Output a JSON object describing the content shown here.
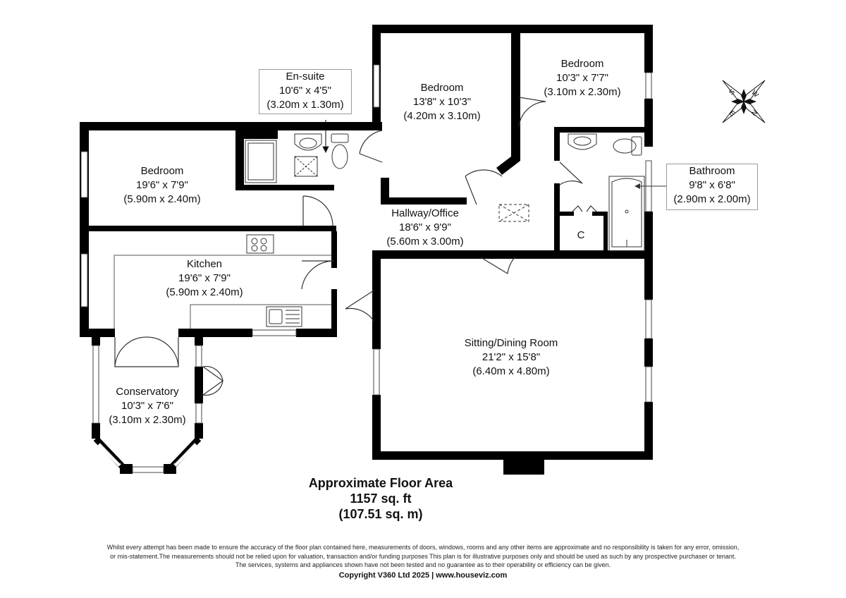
{
  "rooms": {
    "bedroom_left": {
      "name": "Bedroom",
      "imperial": "19'6\" x 7'9\"",
      "metric": "(5.90m x 2.40m)"
    },
    "ensuite": {
      "name": "En-suite",
      "imperial": "10'6\" x 4'5\"",
      "metric": "(3.20m x 1.30m)"
    },
    "bedroom_center": {
      "name": "Bedroom",
      "imperial": "13'8\" x 10'3\"",
      "metric": "(4.20m x 3.10m)"
    },
    "bedroom_right": {
      "name": "Bedroom",
      "imperial": "10'3\" x 7'7\"",
      "metric": "(3.10m x 2.30m)"
    },
    "bathroom": {
      "name": "Bathroom",
      "imperial": "9'8\" x 6'8\"",
      "metric": "(2.90m x 2.00m)"
    },
    "hallway": {
      "name": "Hallway/Office",
      "imperial": "18'6\" x 9'9\"",
      "metric": "(5.60m x 3.00m)"
    },
    "kitchen": {
      "name": "Kitchen",
      "imperial": "19'6\" x 7'9\"",
      "metric": "(5.90m x 2.40m)"
    },
    "sitting": {
      "name": "Sitting/Dining Room",
      "imperial": "21'2\" x 15'8\"",
      "metric": "(6.40m x 4.80m)"
    },
    "conservatory": {
      "name": "Conservatory",
      "imperial": "10'3\" x 7'6\"",
      "metric": "(3.10m x 2.30m)"
    }
  },
  "closet_label": "C",
  "compass": {
    "n": "N",
    "s": "S",
    "e": "E",
    "w": "W"
  },
  "floor_area": {
    "title": "Approximate Floor Area",
    "sqft": "1157 sq. ft",
    "sqm": "(107.51 sq. m)"
  },
  "disclaimer": {
    "line1": "Whilst every attempt has been made to ensure the accuracy of the floor plan contained here, measurements of doors, windows, rooms and any other items are approximate and no responsibility is taken for any error, omission,",
    "line2": "or mis-statement.The measurements should not be relied upon for valuation, transaction and/or funding purposes This plan is for illustrative purposes only and should be used as such by any prospective purchaser or tenant.",
    "line3": "The services, systems and appliances shown have not been tested and no guarantee as to their operability or efficiency can be given."
  },
  "copyright": "Copyright V360 Ltd 2025 | www.houseviz.com"
}
